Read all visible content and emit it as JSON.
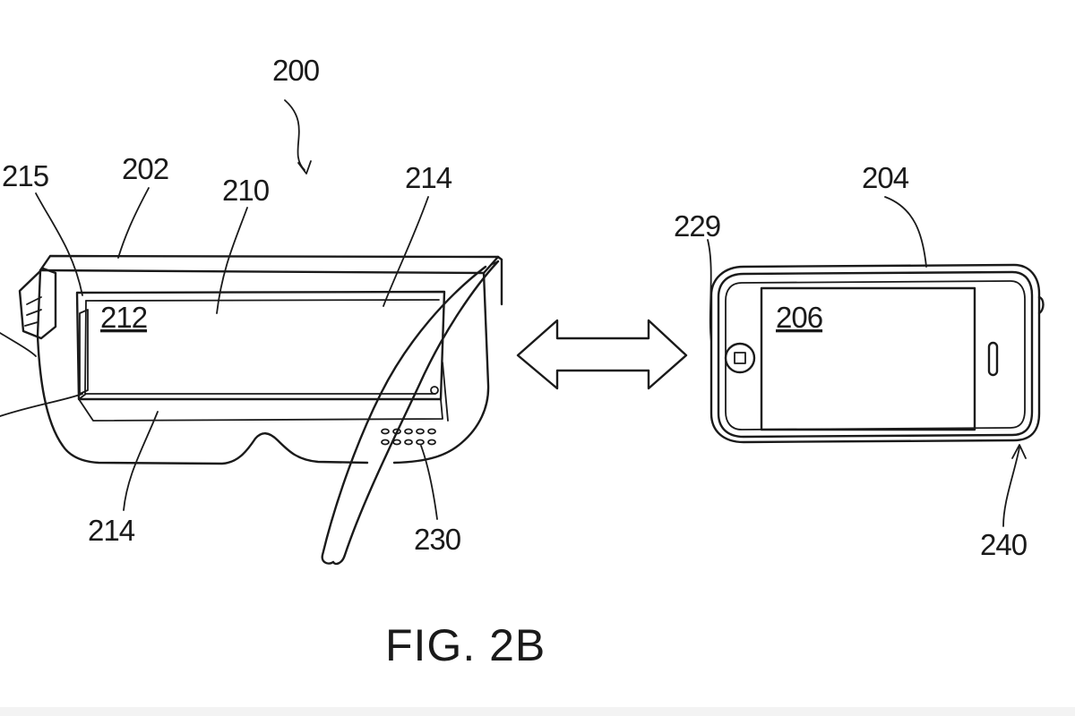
{
  "figure": {
    "caption": "FIG. 2B",
    "labels": {
      "r200": "200",
      "r202": "202",
      "r204": "204",
      "r206": "206",
      "r210": "210",
      "r212": "212",
      "r214_top": "214",
      "r214_bottom": "214",
      "r215": "215",
      "r229": "229",
      "r230": "230",
      "r240": "240"
    }
  }
}
